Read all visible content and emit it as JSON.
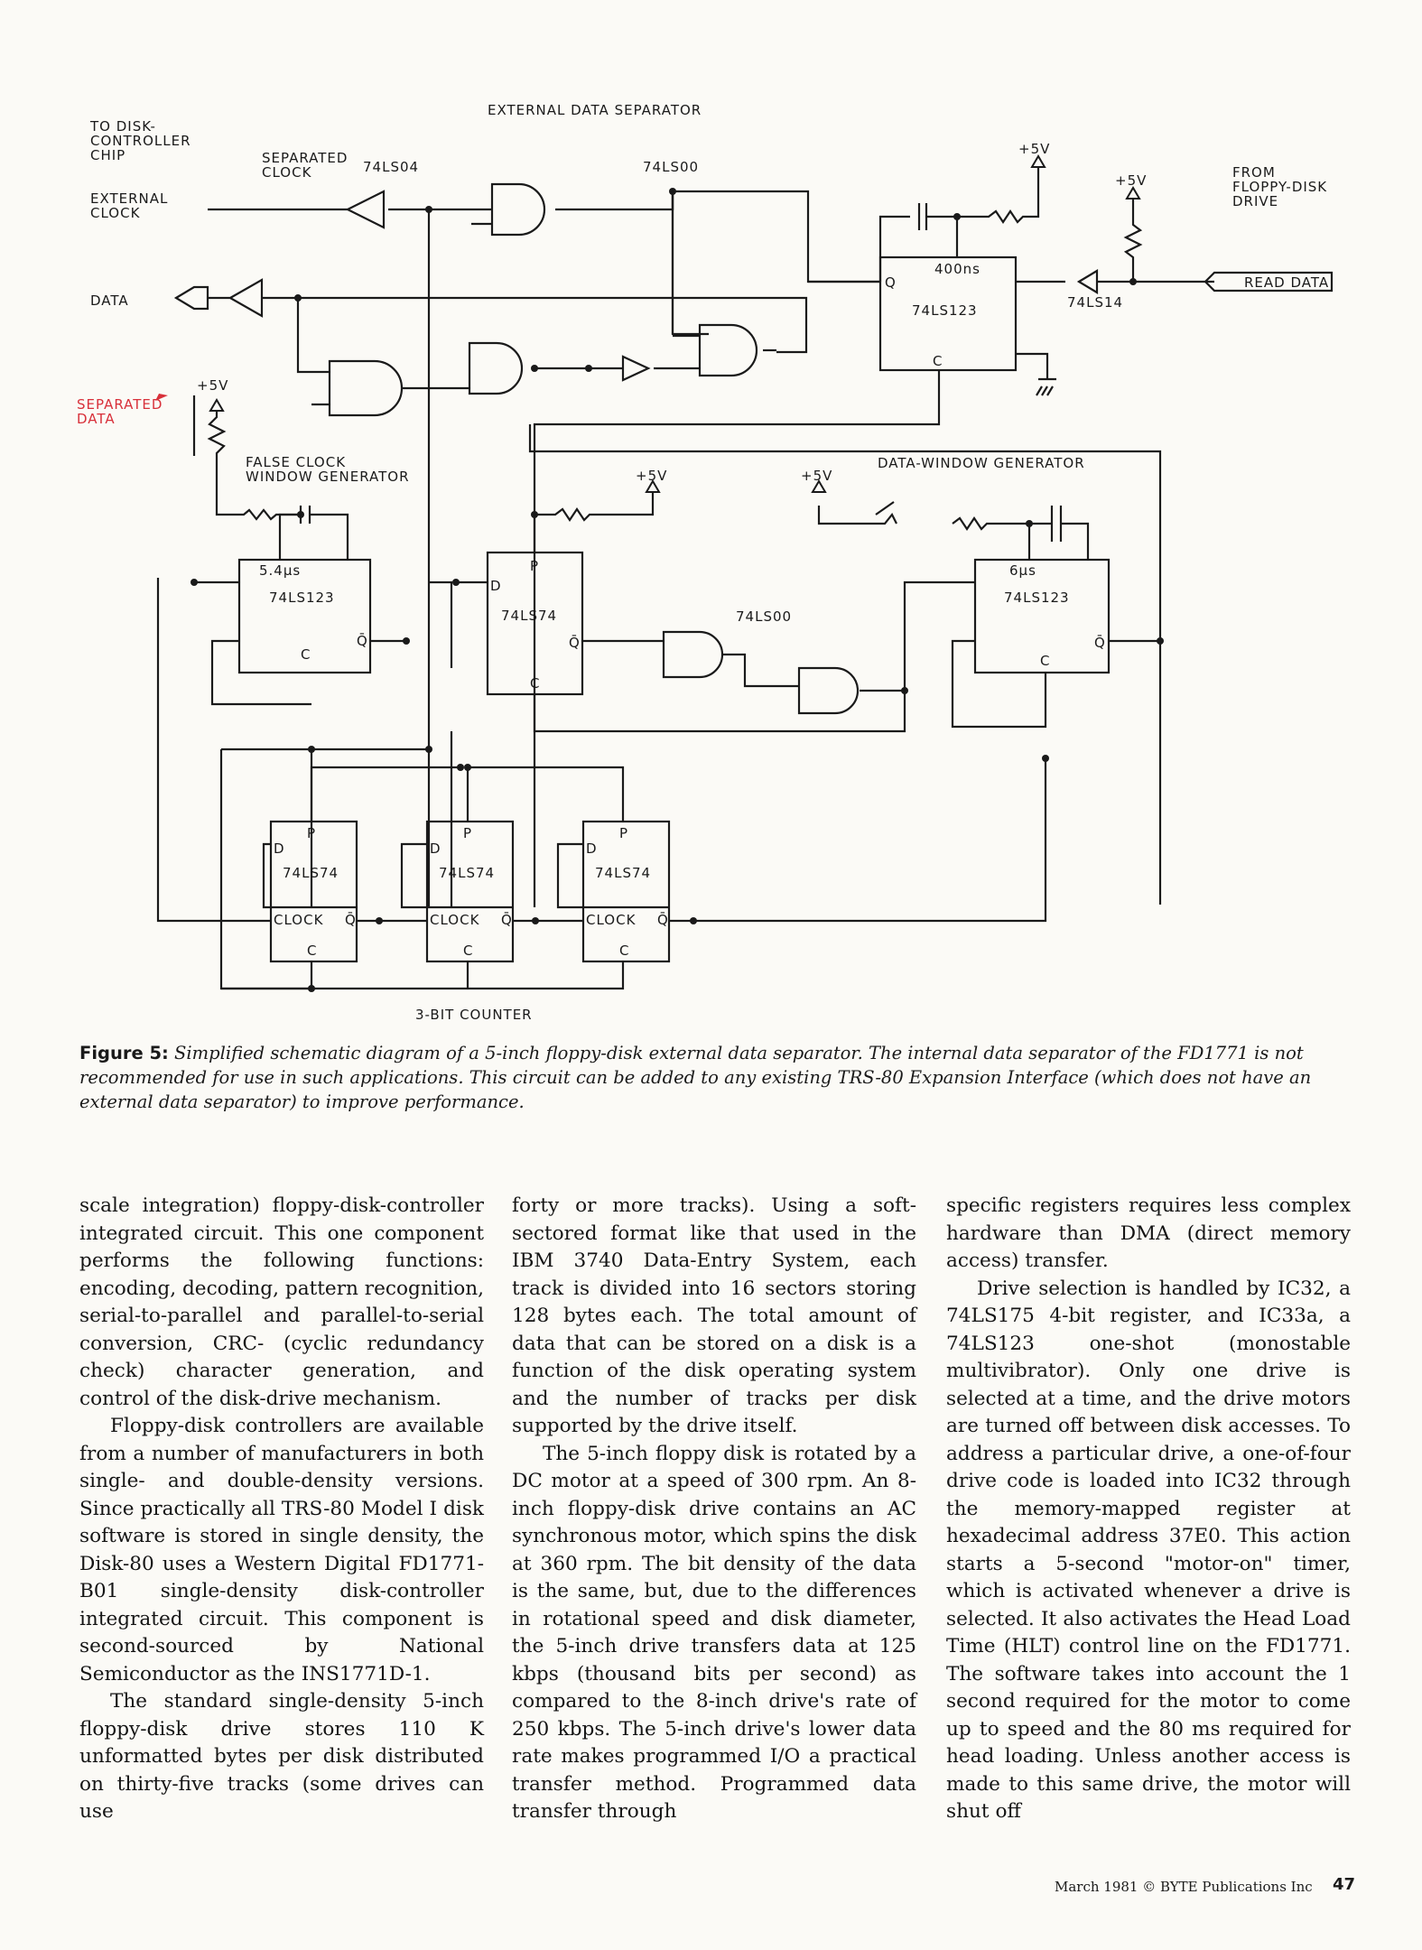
{
  "schematic": {
    "title": "EXTERNAL DATA SEPARATOR",
    "to_disk_controller": [
      "TO DISK-",
      "CONTROLLER",
      "CHIP"
    ],
    "external_clock": [
      "EXTERNAL",
      "CLOCK"
    ],
    "separated_clock": [
      "SEPARATED",
      "CLOCK"
    ],
    "data": "DATA",
    "separated_data": [
      "SEPARATED",
      "DATA"
    ],
    "from_drive": [
      "FROM",
      "FLOPPY-DISK",
      "DRIVE"
    ],
    "read_data": "READ DATA",
    "plus5v": "+5V",
    "ic_74ls04": "74LS04",
    "ic_74ls00": "74LS00",
    "ic_74ls00b": "74LS00",
    "ic_74ls14": "74LS14",
    "ic_74ls123": "74LS123",
    "ic_74ls74": "74LS74",
    "t_400ns": "400ns",
    "t_54us": "5.4µs",
    "t_6us": "6µs",
    "false_clock": [
      "FALSE CLOCK",
      "WINDOW GENERATOR"
    ],
    "data_window": "DATA-WINDOW GENERATOR",
    "counter": "3-BIT COUNTER",
    "pin_q": "Q",
    "pin_qbar": "Q̄",
    "pin_d": "D",
    "pin_p": "P",
    "pin_c": "C",
    "pin_clock": "CLOCK"
  },
  "caption": {
    "label": "Figure 5:",
    "text": "Simplified schematic diagram of a 5-inch floppy-disk external data separator. The internal data separator of the FD1771 is not recommended for use in such applications. This circuit can be added to any existing TRS-80 Expansion Interface (which does not have an external data separator) to improve performance."
  },
  "columns": {
    "c1p1": "scale integration) floppy-disk-controller integrated circuit. This one component performs the following functions: encoding, decoding, pattern recognition, serial-to-parallel and parallel-to-serial conversion, CRC- (cyclic redundancy check) character generation, and control of the disk-drive mechanism.",
    "c1p2": "Floppy-disk controllers are available from a number of manufacturers in both single- and double-density versions. Since practically all TRS-80 Model I disk software is stored in single density, the Disk-80 uses a Western Digital FD1771-B01 single-density disk-controller integrated circuit. This component is second-sourced by National Semiconductor as the INS1771D-1.",
    "c1p3": "The standard single-density 5-inch floppy-disk drive stores 110 K unformatted bytes per disk distributed on thirty-five tracks (some drives can use",
    "c2p1": "forty or more tracks). Using a soft-sectored format like that used in the IBM 3740 Data-Entry System, each track is divided into 16 sectors storing 128 bytes each. The total amount of data that can be stored on a disk is a function of the disk operating system and the number of tracks per disk supported by the drive itself.",
    "c2p2": "The 5-inch floppy disk is rotated by a DC motor at a speed of 300 rpm. An 8-inch floppy-disk drive contains an AC synchronous motor, which spins the disk at 360 rpm. The bit density of the data is the same, but, due to the differences in rotational speed and disk diameter, the 5-inch drive transfers data at 125 kbps (thousand bits per second) as compared to the 8-inch drive's rate of 250 kbps. The 5-inch drive's lower data rate makes programmed I/O a practical transfer method. Programmed data transfer through",
    "c3p1": "specific registers requires less complex hardware than DMA (direct memory access) transfer.",
    "c3p2": "Drive selection is handled by IC32, a 74LS175 4-bit register, and IC33a, a 74LS123 one-shot (monostable multivibrator). Only one drive is selected at a time, and the drive motors are turned off between disk accesses. To address a particular drive, a one-of-four drive code is loaded into IC32 through the memory-mapped register at hexadecimal address 37E0. This action starts a 5-second \"motor-on\" timer, which is activated whenever a drive is selected. It also activates the Head Load Time (HLT) control line on the FD1771. The software takes into account the 1 second required for the motor to come up to speed and the 80 ms required for head loading. Unless another access is made to this same drive, the motor will shut off"
  },
  "footer": {
    "credit": "March 1981 © BYTE Publications Inc",
    "page": "47"
  }
}
